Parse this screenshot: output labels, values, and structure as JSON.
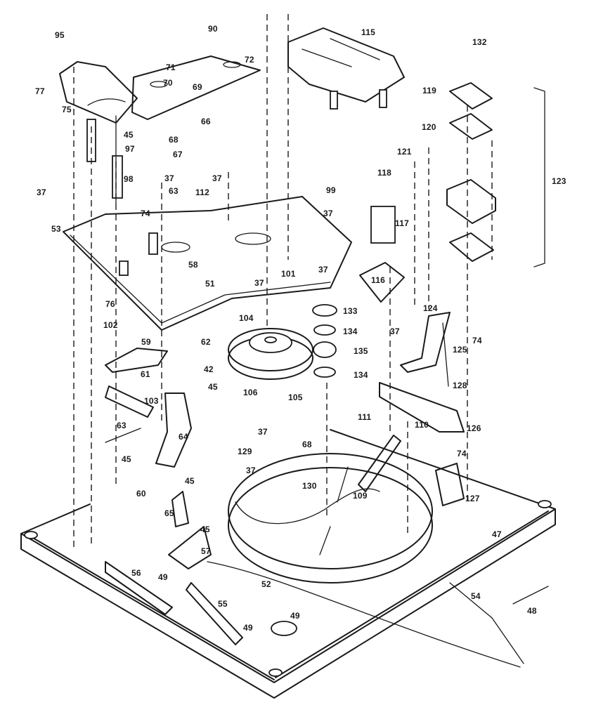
{
  "labels": [
    "95",
    "90",
    "115",
    "132",
    "71",
    "72",
    "77",
    "70",
    "69",
    "119",
    "75",
    "66",
    "120",
    "45",
    "68",
    "97",
    "67",
    "121",
    "37",
    "123",
    "98",
    "37",
    "37",
    "118",
    "63",
    "112",
    "99",
    "37",
    "74",
    "53",
    "117",
    "37",
    "58",
    "101",
    "51",
    "37",
    "116",
    "76",
    "133",
    "124",
    "102",
    "104",
    "134",
    "37",
    "74",
    "59",
    "135",
    "125",
    "62",
    "134",
    "61",
    "42",
    "45",
    "128",
    "106",
    "105",
    "103",
    "111",
    "110",
    "126",
    "63",
    "37",
    "68",
    "64",
    "129",
    "45",
    "74",
    "37",
    "45",
    "130",
    "60",
    "109",
    "127",
    "65",
    "45",
    "47",
    "57",
    "56",
    "49",
    "52",
    "55",
    "54",
    "49",
    "49",
    "48"
  ],
  "colors": {
    "ink": "#1a1a1a",
    "paper": "#ffffff"
  }
}
